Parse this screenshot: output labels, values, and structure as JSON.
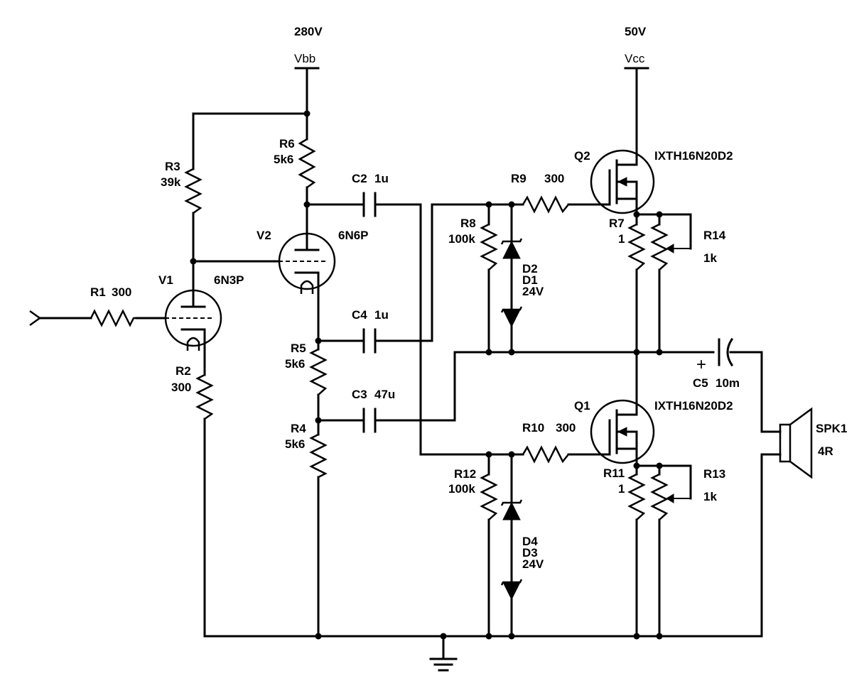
{
  "supplies": {
    "vbb": {
      "name": "Vbb",
      "voltage": "280V"
    },
    "vcc": {
      "name": "Vcc",
      "voltage": "50V"
    }
  },
  "tubes": {
    "v1": {
      "ref": "V1",
      "type": "6N3P"
    },
    "v2": {
      "ref": "V2",
      "type": "6N6P"
    }
  },
  "mosfets": {
    "q1": {
      "ref": "Q1",
      "part": "IXTH16N20D2"
    },
    "q2": {
      "ref": "Q2",
      "part": "IXTH16N20D2"
    }
  },
  "resistors": {
    "r1": {
      "ref": "R1",
      "value": "300"
    },
    "r2": {
      "ref": "R2",
      "value": "300"
    },
    "r3": {
      "ref": "R3",
      "value": "39k"
    },
    "r4": {
      "ref": "R4",
      "value": "5k6"
    },
    "r5": {
      "ref": "R5",
      "value": "5k6"
    },
    "r6": {
      "ref": "R6",
      "value": "5k6"
    },
    "r7": {
      "ref": "R7",
      "value": "1"
    },
    "r8": {
      "ref": "R8",
      "value": "100k"
    },
    "r9": {
      "ref": "R9",
      "value": "300"
    },
    "r10": {
      "ref": "R10",
      "value": "300"
    },
    "r11": {
      "ref": "R11",
      "value": "1"
    },
    "r12": {
      "ref": "R12",
      "value": "100k"
    },
    "r13": {
      "ref": "R13",
      "value": "1k"
    },
    "r14": {
      "ref": "R14",
      "value": "1k"
    }
  },
  "capacitors": {
    "c2": {
      "ref": "C2",
      "value": "1u"
    },
    "c3": {
      "ref": "C3",
      "value": "47u"
    },
    "c4": {
      "ref": "C4",
      "value": "1u"
    },
    "c5": {
      "ref": "C5",
      "value": "10m"
    }
  },
  "diodes": {
    "upper": {
      "top": "D2",
      "bottom": "D1",
      "voltage": "24V"
    },
    "lower": {
      "top": "D4",
      "bottom": "D3",
      "voltage": "24V"
    }
  },
  "speaker": {
    "ref": "SPK1",
    "impedance": "4R"
  },
  "polarity_mark": "+"
}
